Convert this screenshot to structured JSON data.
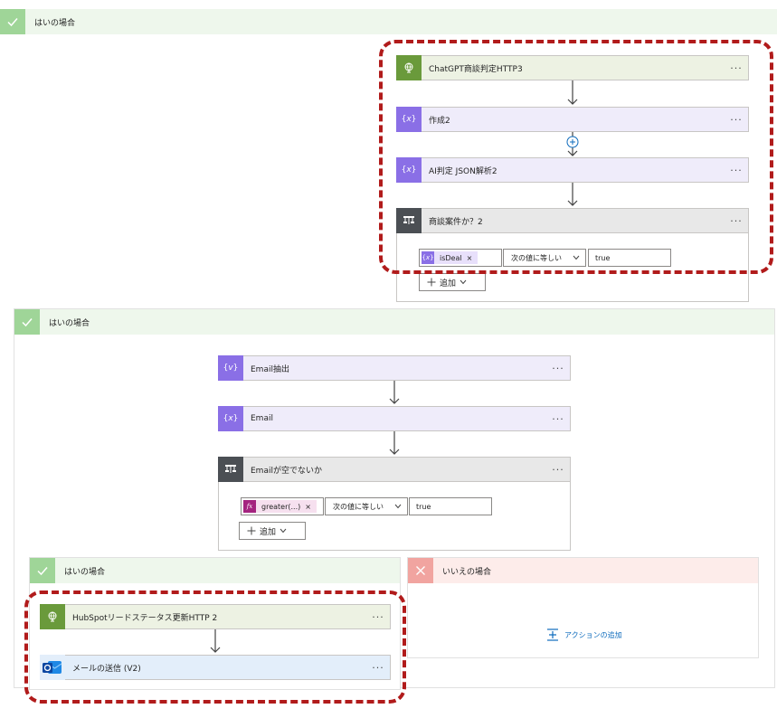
{
  "top_branch": {
    "label": "はいの場合"
  },
  "actions_top": {
    "http": {
      "title": "ChatGPT商談判定HTTP3",
      "icon": "globe-icon"
    },
    "compose": {
      "title": "作成2",
      "icon": "compose-icon"
    },
    "parse": {
      "title": "AI判定 JSON解析2",
      "icon": "compose-icon"
    },
    "condition": {
      "title": "商談案件か？2",
      "token": "isDeal",
      "operator": "次の値に等しい",
      "value": "true",
      "add_label": "追加"
    }
  },
  "middle_branch": {
    "label": "はいの場合",
    "email_extract": {
      "title": "Email抽出"
    },
    "email": {
      "title": "Email"
    },
    "condition": {
      "title": "Emailが空でないか",
      "token": "greater(...)",
      "operator": "次の値に等しい",
      "value": "true",
      "add_label": "追加"
    }
  },
  "yes_branch": {
    "label": "はいの場合",
    "http": {
      "title": "HubSpotリードステータス更新HTTP 2"
    },
    "mail": {
      "title": "メールの送信 (V2)"
    }
  },
  "no_branch": {
    "label": "いいえの場合",
    "add_action": "アクションの追加"
  },
  "more_glyph": "···",
  "close_glyph": "×",
  "colors": {
    "highlight": "#b11b1b",
    "yes_header": "#9fd598",
    "no_header": "#f1a4a0",
    "http_icon": "#6a9a3b",
    "compose_icon": "#8a6fe6",
    "condition_icon": "#4b4f54",
    "link": "#0f6cbd"
  }
}
